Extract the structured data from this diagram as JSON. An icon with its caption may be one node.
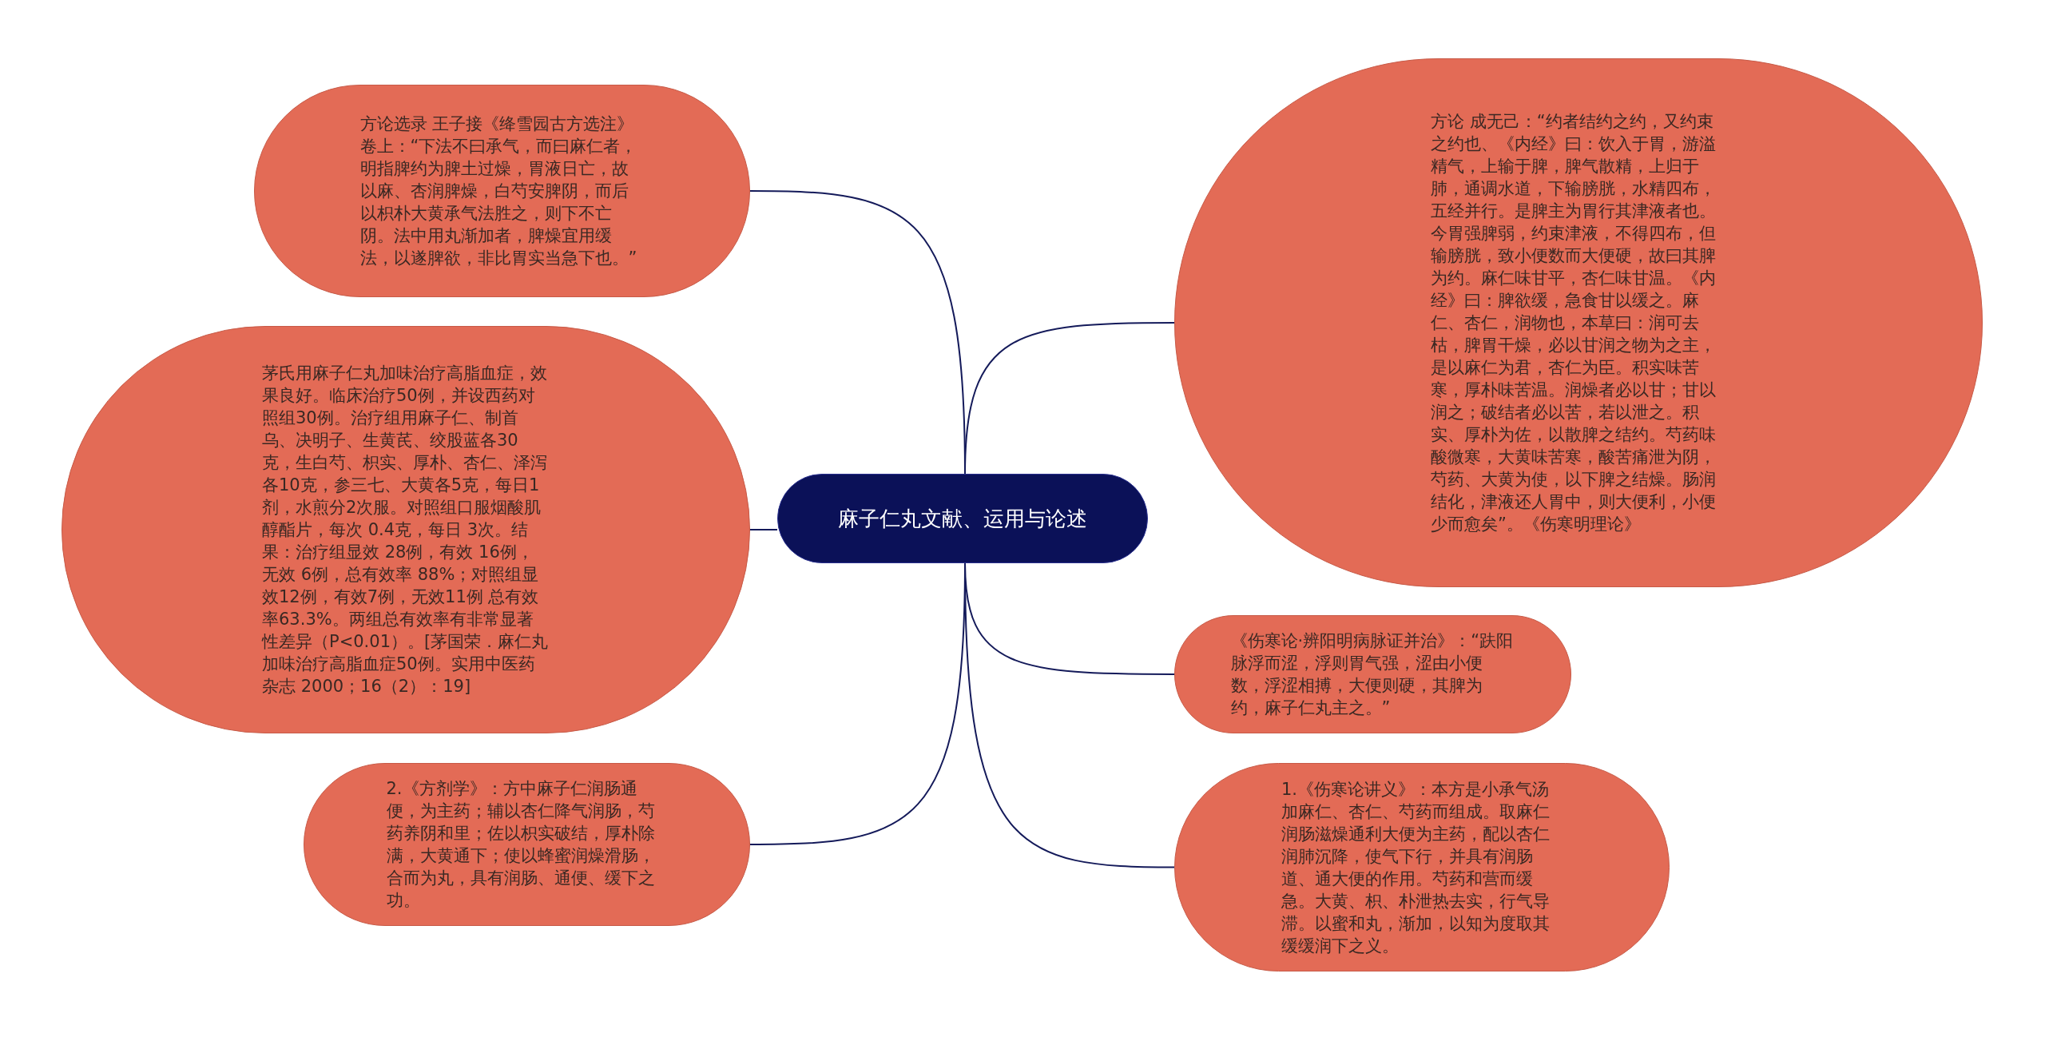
{
  "diagram": {
    "nodes": [
      {
        "text": [
          "麻子仁丸文献、运用与论述"
        ]
      },
      {
        "text": [
          "方论选录 王子接《绛雪园古方选注》卷上：“下法不曰承气，而曰麻仁者，明指脾约为脾土过燥，胃液日亡，故以麻、杏润脾燥，白芍安脾阴，而后以枳朴大黄承气法胜之，则下不亡阴。法中用丸渐加者，脾燥宜用缓法，以遂脾欲，非比胃实当急下也。”"
        ]
      },
      {
        "text": [
          "茅氏用麻子仁丸加味治疗高脂血症，效果良好。临床治疗50例，并设西药对照组30例。治疗组用麻子仁、制首乌、决明子、生黄芪、绞股蓝各30克，生白芍、枳实、厚朴、杏仁、泽泻各10克，参三七、大黄各5克，每日1剂，水煎分2次服。对照组口服烟酸肌醇酯片，每次 0.4克，每日 3次。结果：治疗组显效 28例，有效 16例，无效 6例，总有效率 88%；对照组显效12例，有效7例，无效11例 总有效率63.3%。两组总有效率有非常显著性差异（P<0.01）。[茅国荣．麻仁丸加味治疗高脂血症50例。实用中医药杂志 2000；16（2）：19]"
        ]
      },
      {
        "text": [
          "2.《方剂学》：方中麻子仁润肠通便，为主药；辅以杏仁降气润肠，芍药养阴和里；佐以枳实破结，厚朴除满，大黄通下；使以蜂蜜润燥滑肠，合而为丸，具有润肠、通便、缓下之功。"
        ]
      },
      {
        "text": [
          "方论 成无己：“约者结约之约，又约束之约也、《内经》曰：饮入于胃，游溢精气，上输于脾，脾气散精，上归于肺，通调水道，下输膀胱，水精四布，五经并行。是脾主为胃行其津液者也。今胃强脾弱，约束津液，不得四布，但输膀胱，致小便数而大便硬，故曰其脾为约。麻仁味甘平，杏仁味甘温。《内经》曰：脾欲缓，急食甘以缓之。麻仁、杏仁，润物也，本草曰：润可去枯，脾胃干燥，必以甘润之物为之主，是以麻仁为君，杏仁为臣。积实味苦寒，厚朴味苦温。润燥者必以甘；甘以润之；破结者必以苦，若以泄之。积实、厚朴为佐，以散脾之结约。芍药味酸微寒，大黄味苦寒，酸苦痛泄为阴，芍药、大黄为使，以下脾之结燥。肠润结化，津液还人胃中，则大便利，小便少而愈矣”。《伤寒明理论》"
        ]
      },
      {
        "text": [
          "《伤寒论·辨阳明病脉证并治》：“趺阳脉浮而涩，浮则胃气强，涩由小便数，浮涩相搏，大便则硬，其脾为约，麻子仁丸主之。”"
        ]
      },
      {
        "text": [
          "1.《伤寒论讲义》：本方是小承气汤加麻仁、杏仁、芍药而组成。取麻仁润肠滋燥通利大便为主药，配以杏仁润肺沉降，使气下行，并具有润肠道、通大便的作用。芍药和营而缓急。大黄、枳、朴泄热去实，行气导滞。以蜜和丸，渐加，以知为度取其缓缓润下之义。"
        ]
      }
    ],
    "edges": [
      {
        "from": 0,
        "to": 1,
        "arrow": "none"
      },
      {
        "from": 0,
        "to": 2,
        "arrow": "none"
      },
      {
        "from": 0,
        "to": 3,
        "arrow": "none"
      },
      {
        "from": 0,
        "to": 4,
        "arrow": "none"
      },
      {
        "from": 0,
        "to": 5,
        "arrow": "none"
      },
      {
        "from": 0,
        "to": 6,
        "arrow": "none"
      }
    ]
  }
}
